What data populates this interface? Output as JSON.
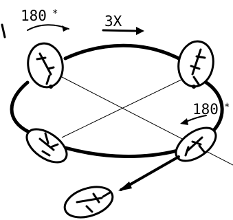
{
  "labels": {
    "rotate_left": "180",
    "repeat": "3X",
    "rotate_right": "180"
  },
  "colors": {
    "ink": "#000000",
    "paper": "#ffffff"
  }
}
